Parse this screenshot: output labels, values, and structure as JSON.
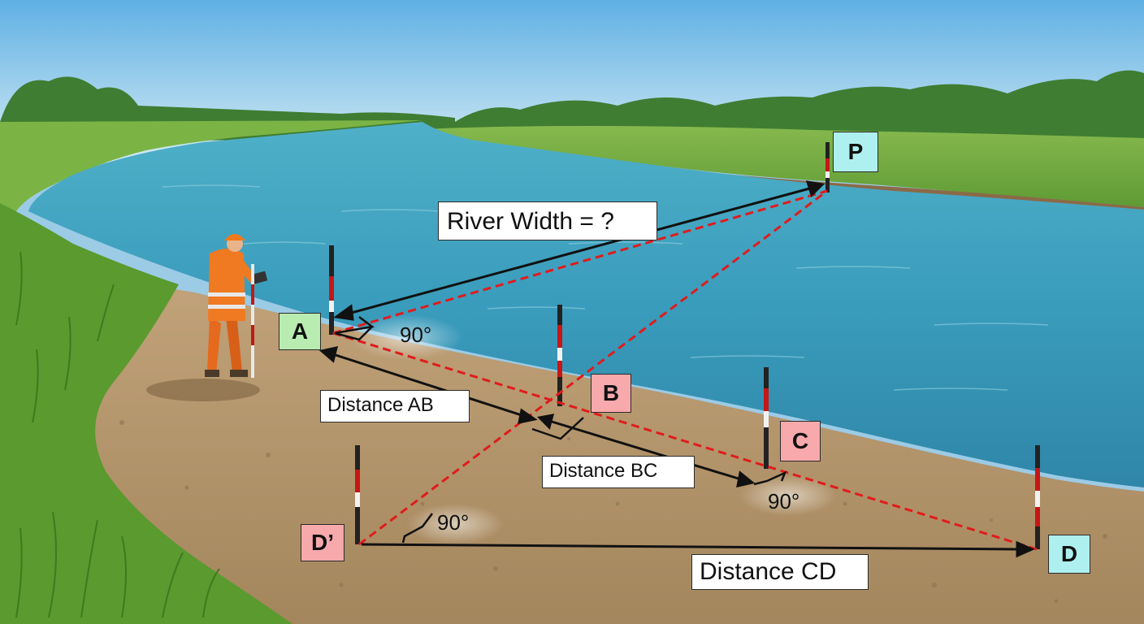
{
  "diagram": {
    "title": "River Width = ?",
    "points": [
      {
        "id": "A",
        "label": "A",
        "color": "#b8ecb0"
      },
      {
        "id": "B",
        "label": "B",
        "color": "#f7a9ac"
      },
      {
        "id": "C",
        "label": "C",
        "color": "#f7a9ac"
      },
      {
        "id": "D",
        "label": "D",
        "color": "#aef0f0"
      },
      {
        "id": "Dp",
        "label": "D’",
        "color": "#f7a9ac"
      },
      {
        "id": "P",
        "label": "P",
        "color": "#aef0f0"
      }
    ],
    "measurements": {
      "ab": "Distance AB",
      "bc": "Distance BC",
      "cd": "Distance CD"
    },
    "angles": {
      "a": "90°",
      "c": "90°",
      "dp": "90°"
    },
    "colors": {
      "sight_line": "#e11b1b",
      "measure_line": "#111111",
      "water": "#3c9fbd",
      "sky": "#7fbfe6",
      "ground": "#b79a72",
      "grass": "#6aa33a"
    }
  }
}
